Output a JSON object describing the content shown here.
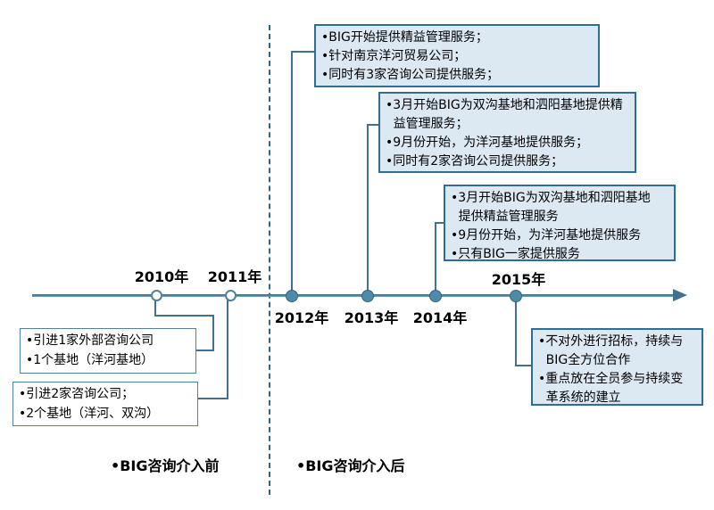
{
  "timeline": {
    "years": [
      {
        "label": "2010年",
        "marker": "open"
      },
      {
        "label": "2011年",
        "marker": "open"
      },
      {
        "label": "2012年",
        "marker": "filled"
      },
      {
        "label": "2013年",
        "marker": "filled"
      },
      {
        "label": "2014年",
        "marker": "filled"
      },
      {
        "label": "2015年",
        "marker": "filled"
      }
    ],
    "events": {
      "y2010": [
        "•引进1家外部咨询公司",
        "•1个基地（洋河基地）"
      ],
      "y2011": [
        "•引进2家咨询公司；",
        "•2个基地（洋河、双沟）"
      ],
      "y2012": [
        "•BIG开始提供精益管理服务；",
        "•针对南京洋河贸易公司；",
        "•同时有3家咨询公司提供服务；"
      ],
      "y2013": [
        "•3月开始BIG为双沟基地和泗阳基地提供精益管理服务；",
        "•9月份开始，为洋河基地提供服务；",
        "•同时有2家咨询公司提供服务；"
      ],
      "y2014": [
        "•3月开始BIG为双沟基地和泗阳基地提供精益管理服务",
        "•9月份开始，为洋河基地提供服务",
        "•只有BIG一家提供服务"
      ],
      "y2015": [
        "•不对外进行招标，持续与BIG全方位合作",
        "•重点放在全员参与持续变革系统的建立"
      ]
    },
    "phase_labels": {
      "before": "•BIG咨询介入前",
      "after": "•BIG咨询介入后"
    },
    "colors": {
      "axis_line": "#41718f",
      "marker_fill": "#4e8bab",
      "box_fill": "#dce8f2",
      "box_border": "#2f6e93",
      "left_box_fill": "#ffffff"
    }
  }
}
